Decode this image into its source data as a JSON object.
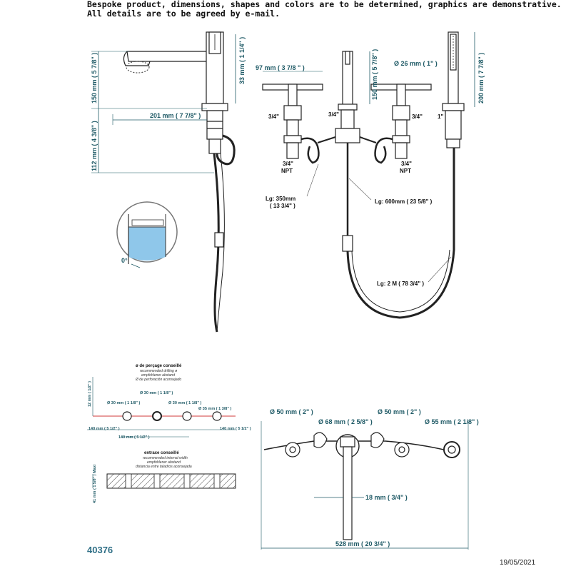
{
  "disclaimer": {
    "line1": "Bespoke product, dimensions, shapes and colors are to be determined, graphics are demonstrative.",
    "line2": "All details are to be agreed by e-mail."
  },
  "side_view": {
    "dim_150": "150 mm ( 5 7/8\" )",
    "dim_33": "33 mm ( 1 1/4\" )",
    "dim_201": "201 mm ( 7 7/8\" )",
    "dim_112": "112 mm ( 4 3/8\" )",
    "angle": "0°"
  },
  "front_view": {
    "dim_97": "97 mm ( 3 7/8 \" )",
    "dim_150": "150 mm ( 5 7/8\" )",
    "dia_26": "Ø 26 mm ( 1\" )",
    "dim_200": "200 mm ( 7 7/8\" )",
    "thread_left": "3/4\"",
    "thread_center": "3/4\"",
    "thread_right": "3/4\"",
    "thread_hand": "1\"",
    "npt_left_a": "3/4\"",
    "npt_left_b": "NPT",
    "npt_right_a": "3/4\"",
    "npt_right_b": "NPT",
    "lg_350_a": "Lg: 350mm",
    "lg_350_b": "( 13 3/4\" )",
    "lg_600": "Lg: 600mm ( 23 5/8\" )",
    "lg_2m": "Lg: 2 M ( 78 3/4\" )"
  },
  "drilling": {
    "title": "ø de perçage conseillé",
    "sub1": "recommended drilling ø",
    "sub2": "empfohlener abstand",
    "sub3": "Ø de perforación aconsejado",
    "d30": "Ø 30 mm ( 1 1/8\" )",
    "d35": "Ø 35 mm ( 1 3/8\" )",
    "h12": "12 mm ( 1/2\" )",
    "s140_left": "140 mm ( 5 1/2\" )",
    "s140_mid": "140 mm ( 5 1/2\" )",
    "s140_right": "140 mm ( 5 1/2\" )",
    "entraxe_title": "entraxe conseillé",
    "ent1": "recommended internal width",
    "ent2": "empfohlener abstand",
    "ent3": "distancia entre taladros aconsejada",
    "h41": "41 mm ( 1 5/8\" ) Maxi"
  },
  "top_view": {
    "dia_50_left": "Ø 50 mm ( 2\" )",
    "dia_68": "Ø 68 mm ( 2 5/8\" )",
    "dia_50_right": "Ø 50 mm ( 2\" )",
    "dia_55": "Ø 55 mm ( 2 1/8\" )",
    "dim_18": "18 mm ( 3/4\" )",
    "dim_528": "528 mm ( 20 3/4\" )"
  },
  "footer": {
    "ref": "40376",
    "date": "19/05/2021"
  },
  "colors": {
    "dimension": "#1f5a66",
    "water": "#8fc7ea",
    "drilling_red": "#d23a3a"
  }
}
